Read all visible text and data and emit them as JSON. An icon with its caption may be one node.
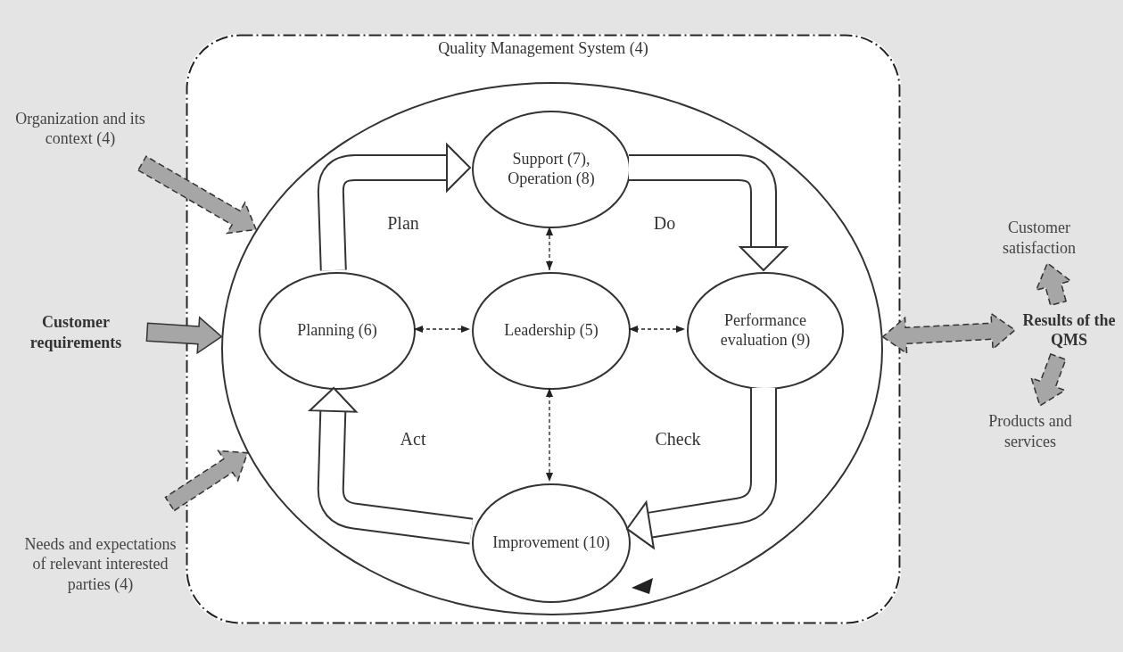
{
  "diagram": {
    "nodes": [
      {
        "text": [
          "Quality Management System (4)"
        ]
      },
      {
        "text": [],
        "shape": "circle",
        "in": 0
      },
      {
        "text": [
          "Support (7), Operation (8)"
        ],
        "in": 1
      },
      {
        "text": [
          "Planning (6)"
        ],
        "in": 1
      },
      {
        "text": [
          "Leadership (5)"
        ],
        "in": 1
      },
      {
        "text": [
          "Performance evaluation (9)"
        ],
        "in": 1
      },
      {
        "text": [
          "Improvement (10)"
        ],
        "in": 1
      },
      {
        "text": [
          "Organization and its context (4)"
        ]
      },
      {
        "text": [
          "Customer requirements"
        ]
      },
      {
        "text": [
          "Needs and expectations of relevant interested parties (4)"
        ]
      },
      {
        "text": [
          "Results of the QMS"
        ]
      },
      {
        "text": [
          "Customer satisfaction"
        ]
      },
      {
        "text": [
          "Products and services"
        ]
      }
    ],
    "edges": [
      {
        "from": 3,
        "to": 2,
        "arrow": "to",
        "label": "Plan",
        "style": "thick"
      },
      {
        "from": 2,
        "to": 5,
        "arrow": "to",
        "label": "Do",
        "style": "thick"
      },
      {
        "from": 5,
        "to": 6,
        "arrow": "to",
        "label": "Check",
        "style": "thick"
      },
      {
        "from": 6,
        "to": 3,
        "arrow": "to",
        "label": "Act",
        "style": "thick"
      },
      {
        "from": 4,
        "to": 2,
        "arrow": "both",
        "style": "dashed"
      },
      {
        "from": 3,
        "to": 4,
        "arrow": "both",
        "style": "dashed"
      },
      {
        "from": 4,
        "to": 5,
        "arrow": "both",
        "style": "dashed"
      },
      {
        "from": 4,
        "to": 6,
        "arrow": "both",
        "style": "dashed"
      },
      {
        "from": 7,
        "to": 1,
        "arrow": "to",
        "style": "dashed",
        "color": "#a6a6a6"
      },
      {
        "from": 8,
        "to": 1,
        "arrow": "to",
        "style": "thick",
        "color": "#a6a6a6"
      },
      {
        "from": 9,
        "to": 1,
        "arrow": "to",
        "style": "dashed",
        "color": "#a6a6a6"
      },
      {
        "from": 1,
        "to": 10,
        "arrow": "both",
        "style": "dashed",
        "color": "#a6a6a6"
      },
      {
        "from": 10,
        "to": 11,
        "arrow": "to",
        "style": "dashed",
        "color": "#a6a6a6"
      },
      {
        "from": 10,
        "to": 12,
        "arrow": "to",
        "style": "dashed",
        "color": "#a6a6a6"
      }
    ]
  }
}
